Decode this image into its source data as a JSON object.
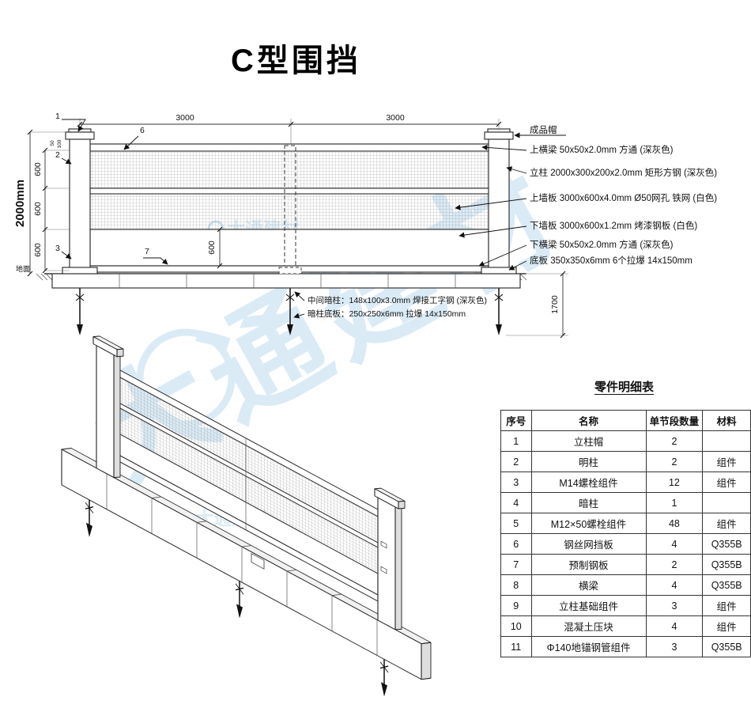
{
  "title": "C型围挡",
  "watermark": {
    "big": "大通建材",
    "small_a": "大通建材",
    "small_b": "大通建材"
  },
  "front_view": {
    "dim_span_left": "3000",
    "dim_span_right": "3000",
    "dim_height_total": "2000mm",
    "dim_segments": [
      "600",
      "600",
      "600"
    ],
    "dim_small_top": [
      "50",
      "100"
    ],
    "dim_panel": "600",
    "dim_anchor_depth": "1700",
    "ground_label": "地面",
    "marks": {
      "m1": "1",
      "m2": "2",
      "m3": "3",
      "m6": "6",
      "m7": "7"
    },
    "callouts": [
      "成品帽",
      "上横梁 50x50x2.0mm 方通 (深灰色)",
      "立柱 2000x300x200x2.0mm 矩形方钢 (深灰色)",
      "上墙板 3000x600x4.0mm Ø50网孔 铁网 (白色)",
      "下墙板 3000x600x1.2mm 烤漆钢板 (白色)",
      "下横梁 50x50x2.0mm 方通 (深灰色)",
      "底板 350x350x6mm 6个拉爆 14x150mm"
    ],
    "mid_callouts": [
      "中间暗柱：148x100x3.0mm 焊接工字钢 (深灰色)",
      "暗柱底板：250x250x6mm 拉爆 14x150mm"
    ]
  },
  "parts_table": {
    "title": "零件明细表",
    "headers": [
      "序号",
      "名称",
      "单节段数量",
      "材料"
    ],
    "rows": [
      [
        "1",
        "立柱帽",
        "2",
        ""
      ],
      [
        "2",
        "明柱",
        "2",
        "组件"
      ],
      [
        "3",
        "M14螺栓组件",
        "12",
        "组件"
      ],
      [
        "4",
        "暗柱",
        "1",
        ""
      ],
      [
        "5",
        "M12×50螺栓组件",
        "48",
        "组件"
      ],
      [
        "6",
        "钢丝网挡板",
        "4",
        "Q355B"
      ],
      [
        "7",
        "预制钢板",
        "2",
        "Q355B"
      ],
      [
        "8",
        "横梁",
        "4",
        "Q355B"
      ],
      [
        "9",
        "立柱基础组件",
        "3",
        "组件"
      ],
      [
        "10",
        "混凝土压块",
        "4",
        "组件"
      ],
      [
        "11",
        "Φ140地锚钢管组件",
        "3",
        "Q355B"
      ]
    ]
  }
}
